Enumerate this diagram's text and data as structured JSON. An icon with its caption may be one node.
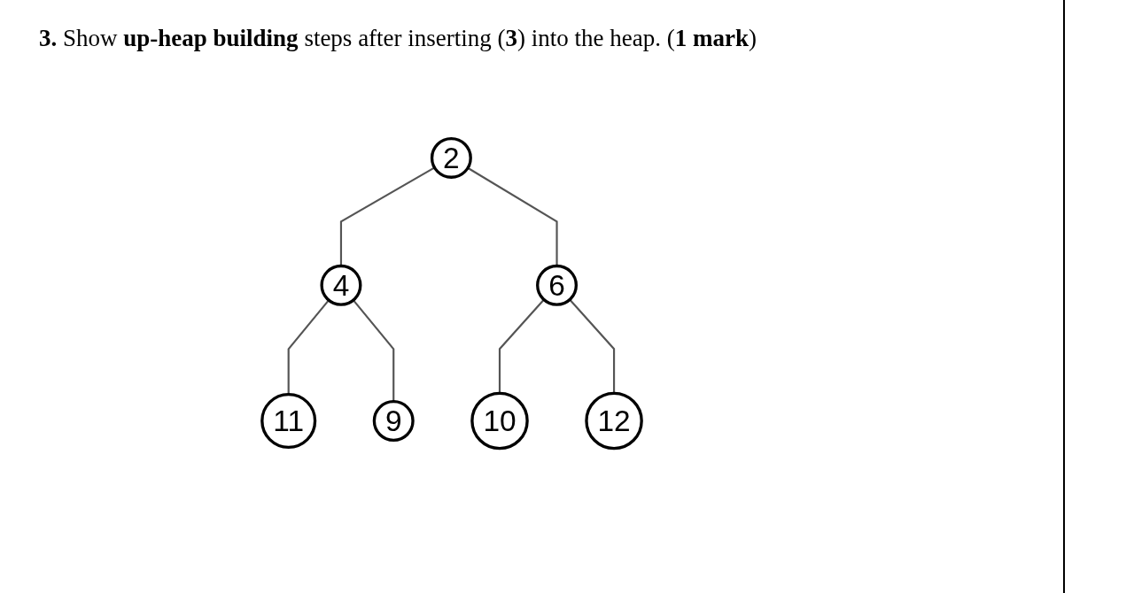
{
  "diagram": {
    "title": "**3.** Show **up-heap building** steps after inserting (**3**) into the heap. (**1 mark**)",
    "nodes": [
      {
        "text": [
          "2"
        ]
      },
      {
        "text": [
          "4"
        ]
      },
      {
        "text": [
          "6"
        ]
      },
      {
        "text": [
          "11"
        ]
      },
      {
        "text": [
          "9"
        ]
      },
      {
        "text": [
          "10"
        ]
      },
      {
        "text": [
          "12"
        ]
      }
    ],
    "edges": [
      {
        "from": 0,
        "to": 1,
        "arrow": "none"
      },
      {
        "from": 0,
        "to": 2,
        "arrow": "none"
      },
      {
        "from": 1,
        "to": 3,
        "arrow": "none"
      },
      {
        "from": 1,
        "to": 4,
        "arrow": "none"
      },
      {
        "from": 2,
        "to": 5,
        "arrow": "none"
      },
      {
        "from": 2,
        "to": 6,
        "arrow": "none"
      }
    ]
  }
}
